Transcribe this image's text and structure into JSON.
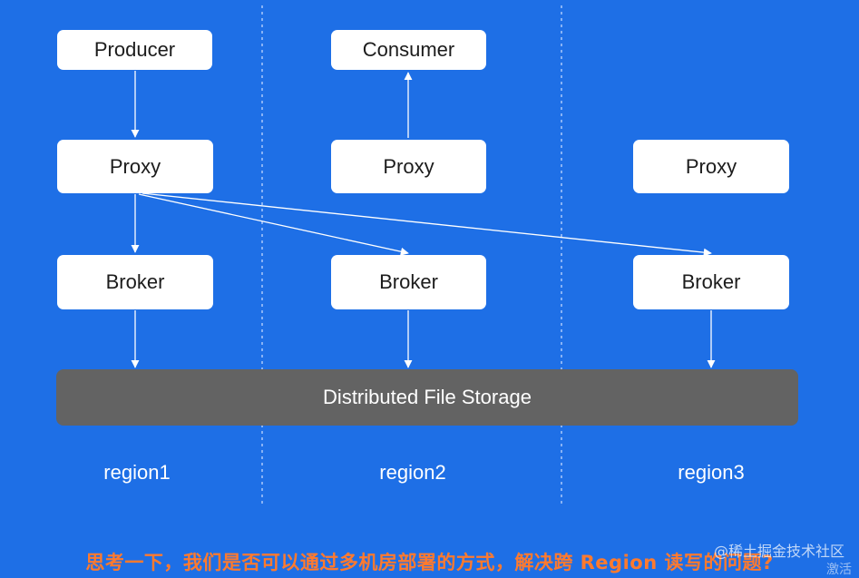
{
  "nodes": {
    "producer": "Producer",
    "consumer": "Consumer",
    "proxy1": "Proxy",
    "proxy2": "Proxy",
    "proxy3": "Proxy",
    "broker1": "Broker",
    "broker2": "Broker",
    "broker3": "Broker"
  },
  "storage": "Distributed File Storage",
  "regions": [
    "region1",
    "region2",
    "region3"
  ],
  "subtitle": "思考一下，我们是否可以通过多机房部署的方式，解决跨 Region 读写的问题?",
  "watermark": "@稀土掘金技术社区",
  "activate_text": "激活",
  "colors": {
    "background": "#1e6fe6",
    "node": "#ffffff",
    "storage": "#636363",
    "subtitle": "#ff7a2e"
  }
}
